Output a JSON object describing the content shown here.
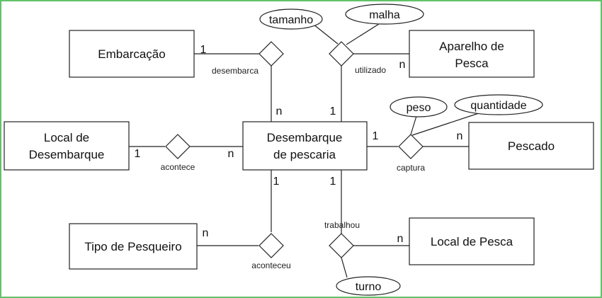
{
  "entities": {
    "embarcacao": "Embarcação",
    "aparelho": [
      "Aparelho de",
      "Pesca"
    ],
    "local_desembarque": [
      "Local de",
      "Desembarque"
    ],
    "desembarque": [
      "Desembarque",
      "de pescaria"
    ],
    "pescado": "Pescado",
    "tipo_pesqueiro": "Tipo de Pesqueiro",
    "local_pesca": "Local de Pesca"
  },
  "relationships": {
    "desembarca": "desembarca",
    "utilizado": "utilizado",
    "acontece": "acontece",
    "captura": "captura",
    "aconteceu": "aconteceu",
    "trabalhou": "trabalhou"
  },
  "attributes": {
    "tamanho": "tamanho",
    "malha": "malha",
    "peso": "peso",
    "quantidade": "quantidade",
    "turno": "turno"
  },
  "cardinalities": {
    "embarcacao_desembarca": "1",
    "desembarca_desembarque": "n",
    "utilizado_aparelho": "n",
    "utilizado_desembarque": "1",
    "local_acontece": "1",
    "acontece_desembarque": "n",
    "desembarque_captura": "1",
    "captura_pescado": "n",
    "desembarque_aconteceu": "1",
    "aconteceu_tipo": "n",
    "desembarque_trabalhou": "1",
    "trabalhou_local_pesca": "n"
  }
}
